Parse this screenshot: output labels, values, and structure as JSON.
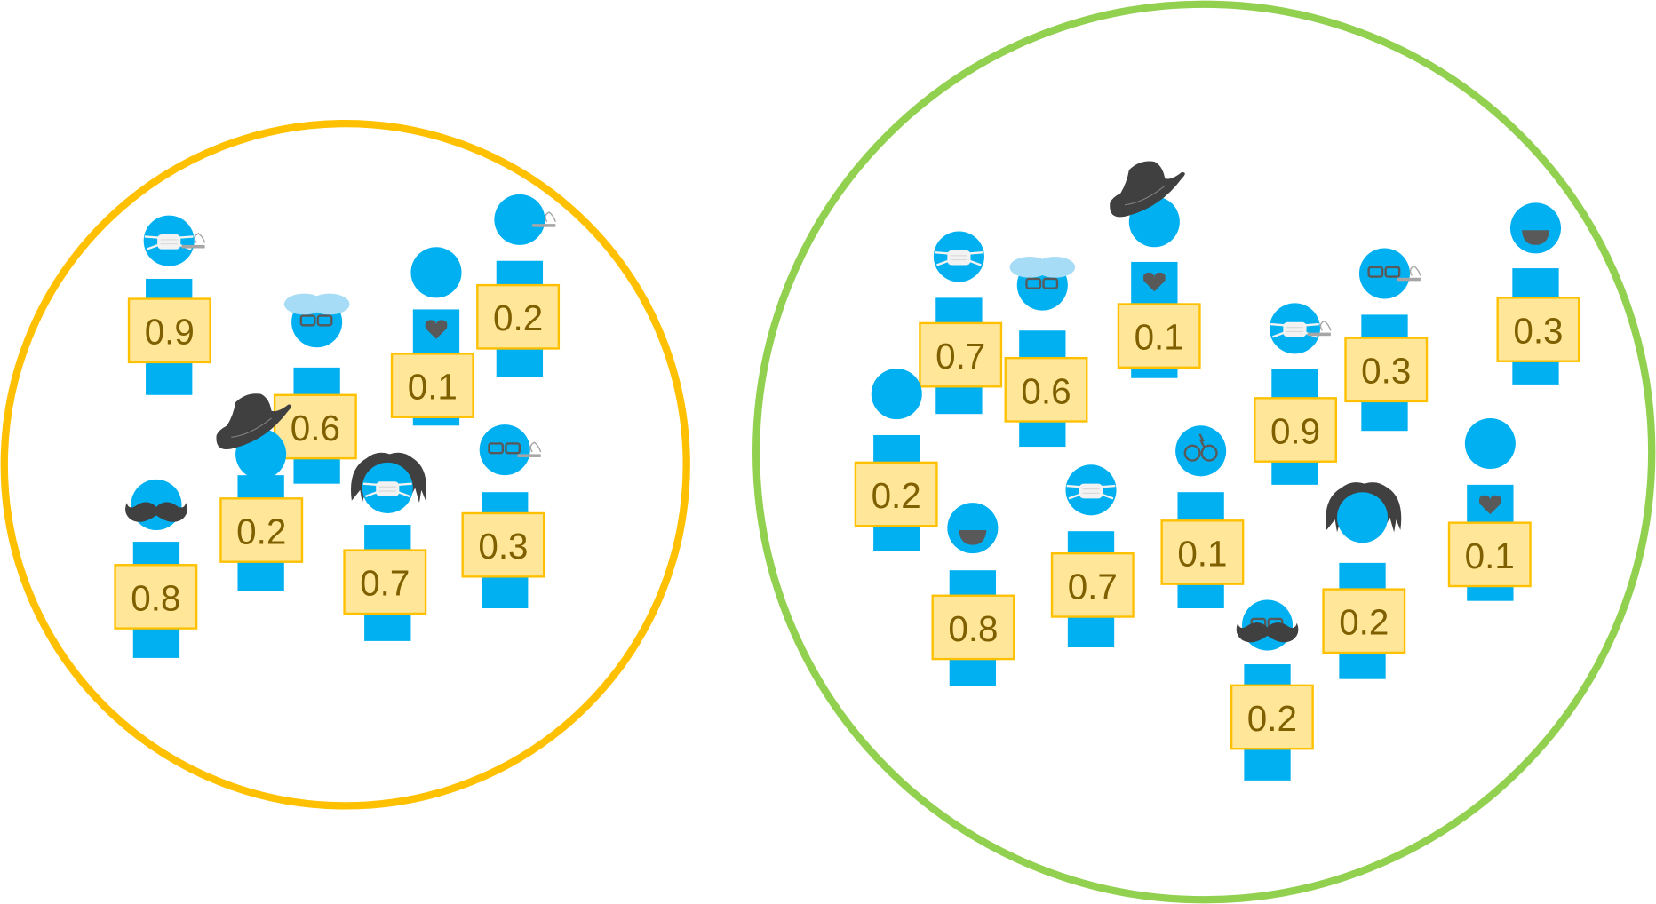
{
  "colors": {
    "person": "#00B0F0",
    "label_fill": "#FFE699",
    "label_border": "#FFC000",
    "label_text": "#7F6000",
    "accessory": "#404040",
    "light_hair": "#A6DCF5",
    "mask": "#F2F2F2",
    "cigarette": "#A6A6A6"
  },
  "groups": [
    {
      "name": "small-group",
      "ring_color": "#FFC000",
      "people": [
        {
          "value": "0.9",
          "accessories": [
            "mask",
            "cigarette"
          ]
        },
        {
          "value": "0.6",
          "accessories": [
            "light-hair",
            "glasses"
          ]
        },
        {
          "value": "0.1",
          "accessories": [
            "heart"
          ]
        },
        {
          "value": "0.2",
          "accessories": [
            "cigarette"
          ]
        },
        {
          "value": "0.2",
          "accessories": [
            "hat"
          ]
        },
        {
          "value": "0.7",
          "accessories": [
            "hair",
            "mask"
          ]
        },
        {
          "value": "0.3",
          "accessories": [
            "glasses",
            "cigarette"
          ]
        },
        {
          "value": "0.8",
          "accessories": [
            "mustache"
          ]
        }
      ]
    },
    {
      "name": "large-group",
      "ring_color": "#92D050",
      "people": [
        {
          "value": "0.7",
          "accessories": [
            "mask"
          ]
        },
        {
          "value": "0.6",
          "accessories": [
            "light-hair",
            "glasses"
          ]
        },
        {
          "value": "0.1",
          "accessories": [
            "hat",
            "heart"
          ]
        },
        {
          "value": "0.2",
          "accessories": []
        },
        {
          "value": "0.8",
          "accessories": [
            "smile"
          ]
        },
        {
          "value": "0.7",
          "accessories": [
            "mask"
          ]
        },
        {
          "value": "0.1",
          "accessories": [
            "round-glasses"
          ]
        },
        {
          "value": "0.9",
          "accessories": [
            "mask",
            "cigarette"
          ]
        },
        {
          "value": "0.3",
          "accessories": [
            "glasses",
            "cigarette"
          ]
        },
        {
          "value": "0.3",
          "accessories": [
            "smile"
          ]
        },
        {
          "value": "0.2",
          "accessories": [
            "hair"
          ]
        },
        {
          "value": "0.1",
          "accessories": [
            "heart"
          ]
        },
        {
          "value": "0.2",
          "accessories": [
            "glasses",
            "mustache"
          ]
        }
      ]
    }
  ]
}
